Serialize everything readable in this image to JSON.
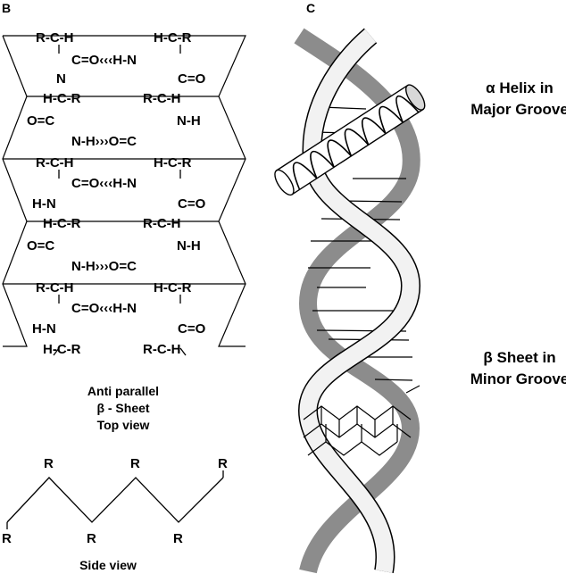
{
  "panels": {
    "b": "B",
    "c": "C"
  },
  "beta_sheet": {
    "captions": [
      "Anti parallel",
      "β - Sheet",
      "Top view"
    ],
    "side_view_caption": "Side view",
    "side_view_label": "R",
    "rows": [
      {
        "left": "R-C-H",
        "right": "H-C-R"
      },
      {
        "left": "C=O‹‹‹H-N",
        "right": ""
      },
      {
        "left": "N",
        "right": "C=O"
      },
      {
        "left": "H-C-R",
        "right": "R-C-H"
      },
      {
        "left": "O=C",
        "right": "N-H"
      },
      {
        "left": "N-H›››O=C",
        "right": ""
      },
      {
        "left": "R-C-H",
        "right": "H-C-R"
      },
      {
        "left": "C=O‹‹‹H-N",
        "right": ""
      },
      {
        "left": "H-N",
        "right": "C=O"
      },
      {
        "left": "H-C-R",
        "right": "R-C-H"
      },
      {
        "left": "O=C",
        "right": "N-H"
      },
      {
        "left": "N-H›››O=C",
        "right": ""
      },
      {
        "left": "R-C-H",
        "right": "H-C-R"
      },
      {
        "left": "C=O‹‹‹H-N",
        "right": ""
      },
      {
        "left": "H-N",
        "right": "C=O"
      },
      {
        "left": "H-C-R",
        "right": "R-C-H"
      }
    ]
  },
  "dna": {
    "alpha_label": [
      "α Helix in",
      "Major Groove"
    ],
    "beta_label": [
      "β Sheet in",
      "Minor Groove"
    ]
  },
  "colors": {
    "ribbon_dark": "#8c8c8c",
    "ribbon_light": "#f2f2f2",
    "ink": "#000000"
  }
}
